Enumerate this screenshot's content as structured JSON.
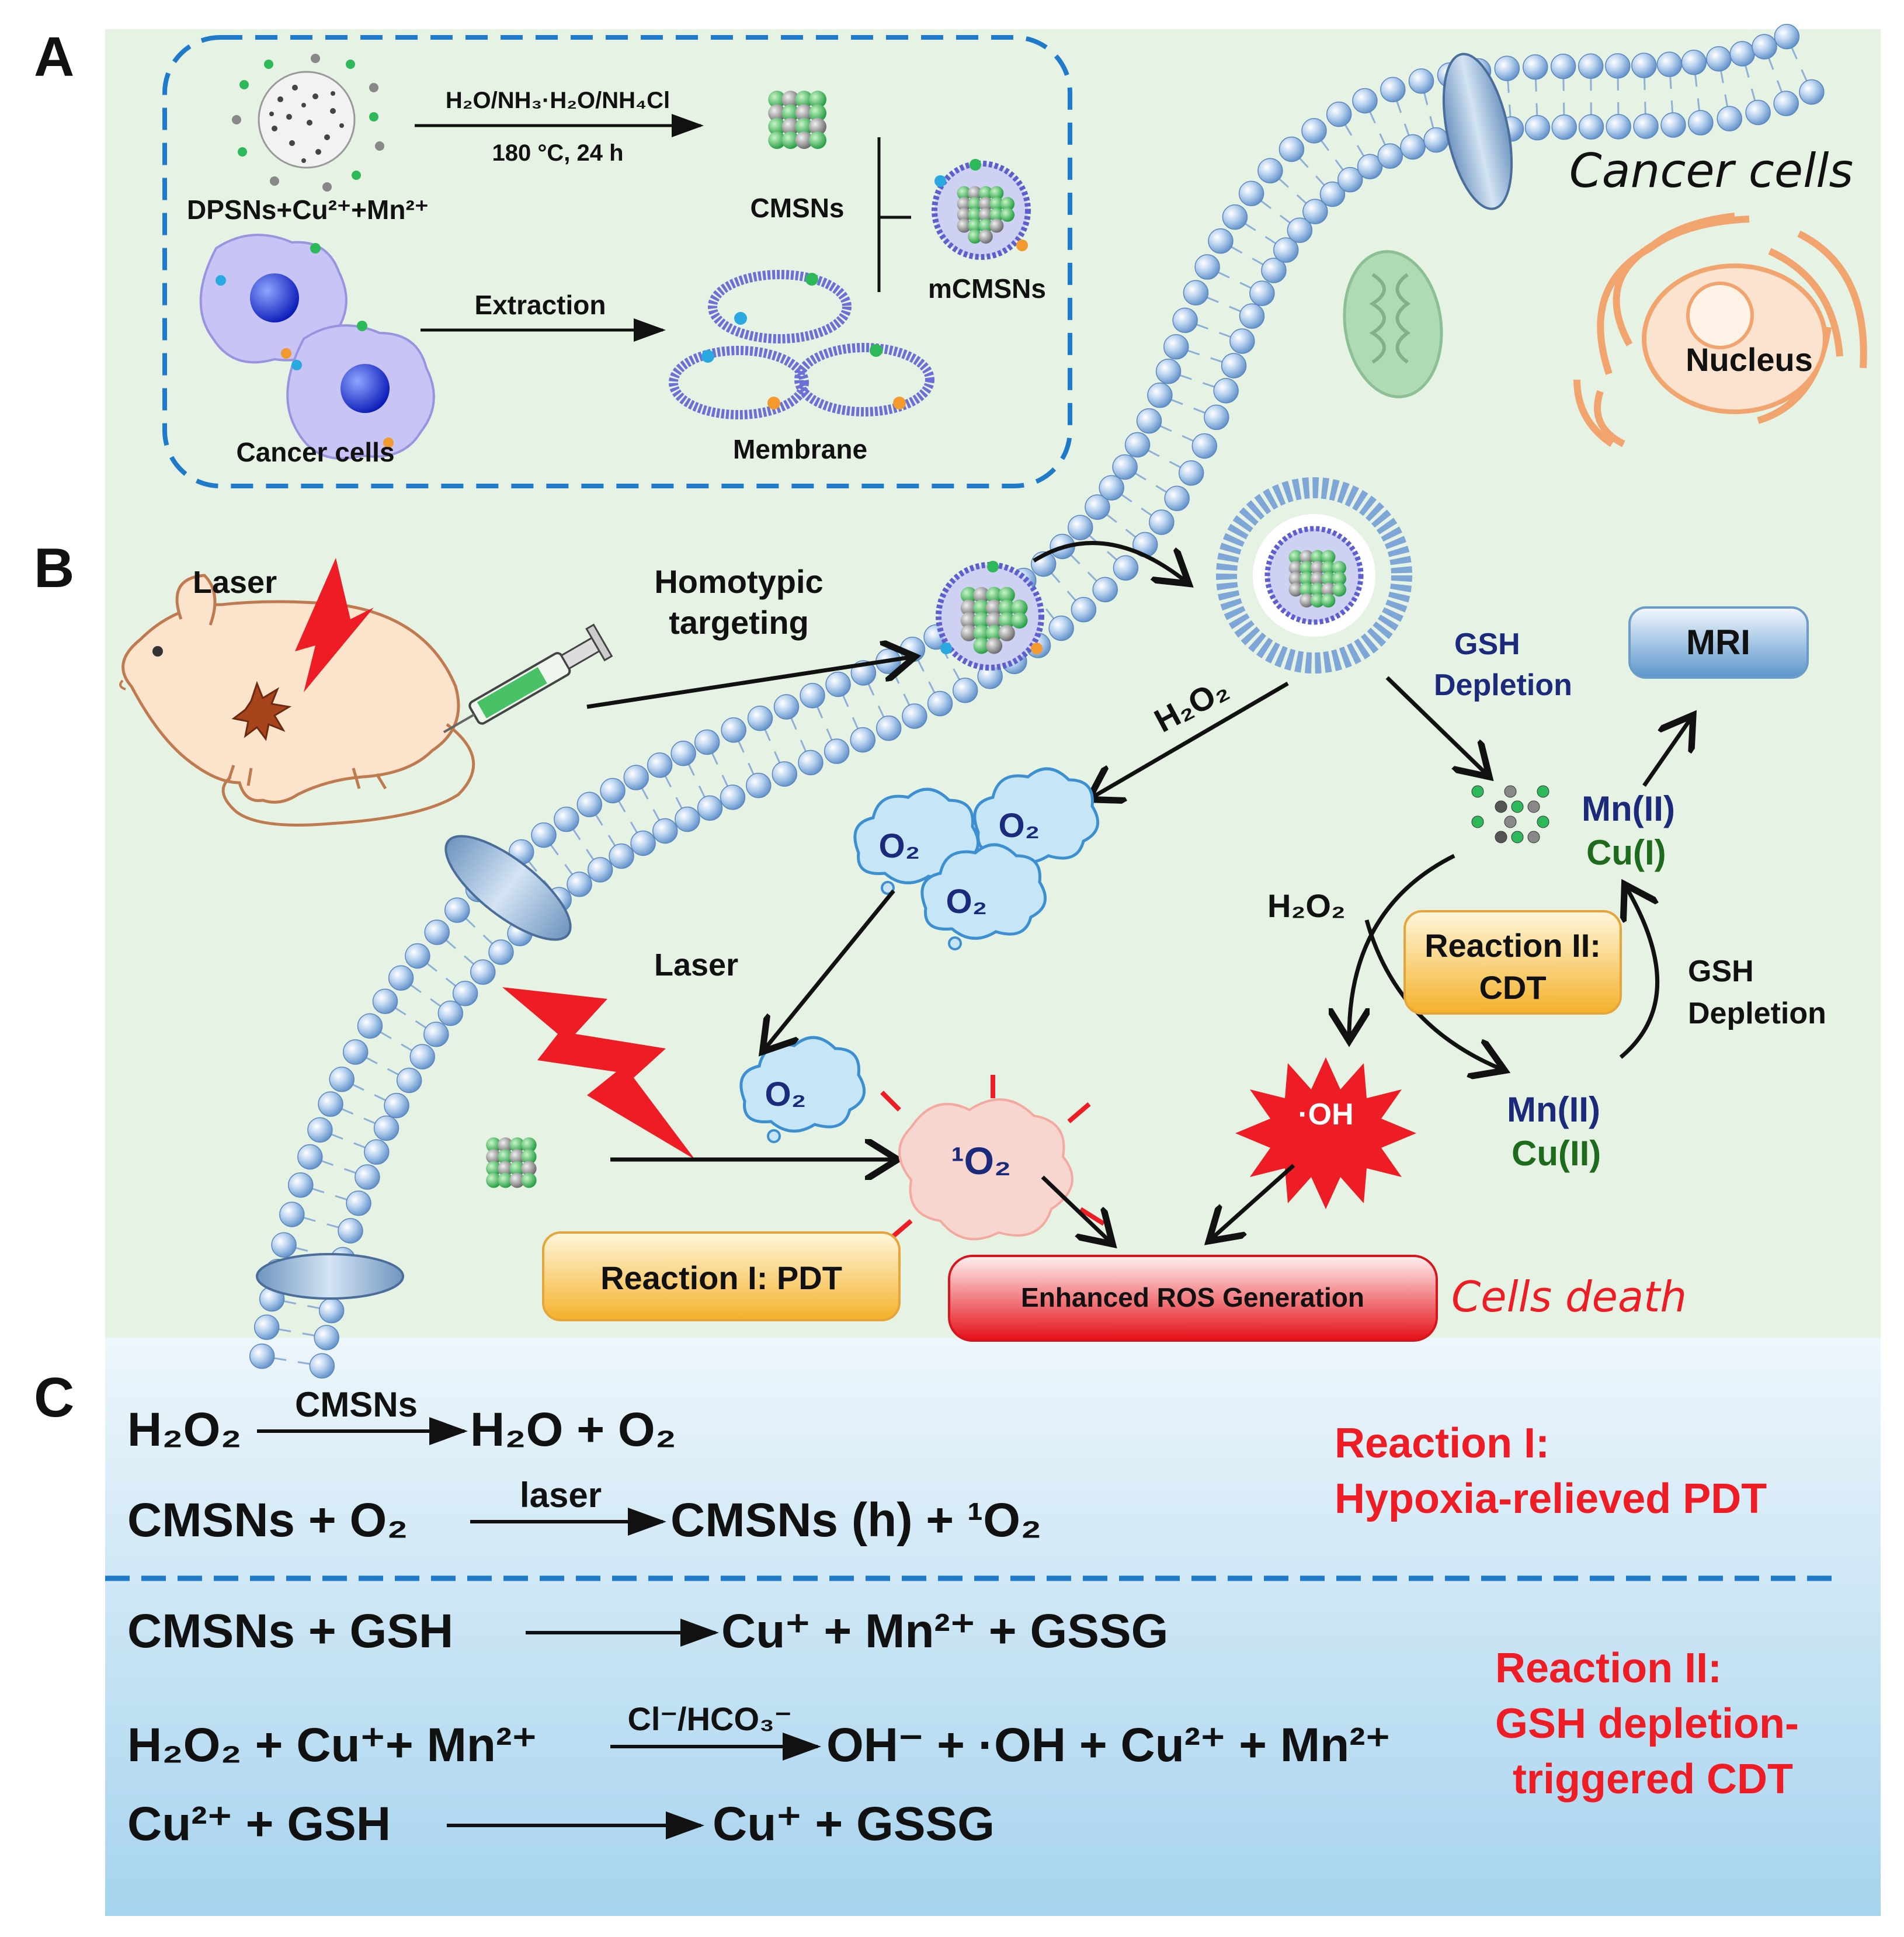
{
  "panels": {
    "a": "A",
    "b": "B",
    "c": "C"
  },
  "panel_a": {
    "precursor_label": "DPSNs+Cu²⁺+Mn²⁺",
    "synthesis_conditions_top": "H₂O/NH₃·H₂O/NH₄Cl",
    "synthesis_conditions_bottom": "180 °C, 24 h",
    "cmsns_label": "CMSNs",
    "mcmsns_label": "mCMSNs",
    "extraction_label": "Extraction",
    "cancer_cells_label": "Cancer cells",
    "membrane_label": "Membrane"
  },
  "panel_b": {
    "cancer_cells_title": "Cancer cells",
    "nucleus_label": "Nucleus",
    "laser_top": "Laser",
    "homotypic": "Homotypic",
    "targeting": "targeting",
    "h2o2_diag": "H₂O₂",
    "gsh_depletion_line1": "GSH",
    "gsh_depletion_line2": "Depletion",
    "mri_label": "MRI",
    "mn2_top": "Mn(II)",
    "cu1_top": "Cu(I)",
    "h2o2_right": "H₂O₂",
    "reaction2_line1": "Reaction II:",
    "reaction2_line2": "CDT",
    "gsh_right_line1": "GSH",
    "gsh_right_line2": "Depletion",
    "laser_mid": "Laser",
    "o2_label": "O₂",
    "singlet_o2_label": "¹O₂",
    "oh_label": "·OH",
    "mn2_bottom": "Mn(II)",
    "cu2_bottom": "Cu(II)",
    "reaction1_box": "Reaction I: PDT",
    "ros_box": "Enhanced ROS Generation",
    "cells_death": "Cells death"
  },
  "panel_c": {
    "eq1_left": "H₂O₂",
    "eq1_over": "CMSNs",
    "eq1_right": "H₂O + O₂",
    "eq2_left": "CMSNs + O₂",
    "eq2_over": "laser",
    "eq2_right": "CMSNs (h) + ¹O₂",
    "reaction1_title_line1": "Reaction I:",
    "reaction1_title_line2": "Hypoxia-relieved PDT",
    "eq3_left": "CMSNs + GSH",
    "eq3_right": "Cu⁺ + Mn²⁺ + GSSG",
    "eq4_left": "H₂O₂ + Cu⁺+ Mn²⁺",
    "eq4_over": "Cl⁻/HCO₃⁻",
    "eq4_right": "OH⁻ + ·OH + Cu²⁺ + Mn²⁺",
    "eq5_left": "Cu²⁺ + GSH",
    "eq5_right": "Cu⁺ + GSSG",
    "reaction2_title_line1": "Reaction II:",
    "reaction2_title_line2": "GSH depletion-",
    "reaction2_title_line3": "triggered CDT"
  },
  "colors": {
    "panel_ab_bg": "#e6f3e4",
    "panel_c_top": "#eaf4fa",
    "panel_c_bottom": "#a9d5ef",
    "dashed_blue": "#1f7ac9",
    "membrane_bead": "#8fb6e0",
    "red_text": "#ee1c25",
    "navy_text": "#1b2a7a",
    "green_text": "#1e6b1e"
  }
}
